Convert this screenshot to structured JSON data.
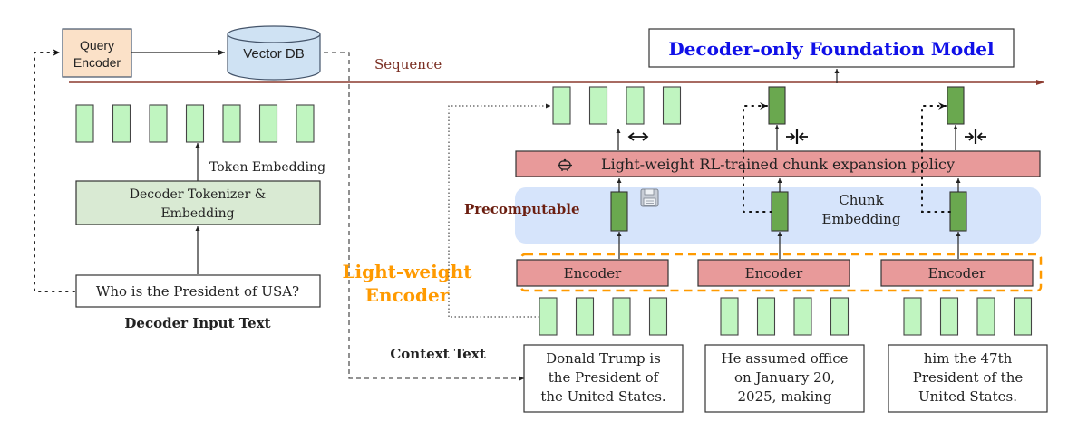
{
  "title": "Decoder-only Foundation Model",
  "colors": {
    "title_text": "#1010e8",
    "sequence_line": "#8b3a2e",
    "sequence_text": "#7a2e22",
    "token_fill": "#c0f5c0",
    "chunk_fill": "#6aa84f",
    "policy_fill": "#e89a9a",
    "encoder_fill": "#e89a9a",
    "tokenizer_fill": "#d9ead3",
    "query_fill": "#fbe1c8",
    "vector_db_fill": "#cfe2f3",
    "precompute_bg": "#d6e4fb",
    "light_encoder_accent": "#ff9a00",
    "precomputable_text": "#6b1e10"
  },
  "query_encoder": {
    "line1": "Query",
    "line2": "Encoder"
  },
  "vector_db": {
    "label": "Vector DB"
  },
  "sequence_label": "Sequence",
  "token_embedding_label": "Token Embedding",
  "tokenizer": {
    "line1": "Decoder Tokenizer &",
    "line2": "Embedding"
  },
  "decoder_input": {
    "text": "Who is the President of USA?",
    "caption": "Decoder Input Text"
  },
  "policy": {
    "label": "Light-weight RL-trained chunk expansion policy",
    "icon": "robot-icon"
  },
  "precomputable_label": "Precomputable",
  "chunk_embedding": {
    "line1": "Chunk",
    "line2": "Embedding"
  },
  "save_icon": "floppy-disk-icon",
  "light_encoder": {
    "line1": "Light-weight",
    "line2": "Encoder"
  },
  "encoder_label": "Encoder",
  "context_caption": "Context Text",
  "expand_symbol": "expand-arrows-icon",
  "compress_symbol": "compress-arrows-icon",
  "chunks": [
    {
      "lines": [
        "Donald Trump is",
        "the President of",
        "the United States."
      ],
      "expanded": true
    },
    {
      "lines": [
        "He assumed office",
        "on January 20,",
        "2025, making"
      ],
      "expanded": false
    },
    {
      "lines": [
        "him the 47th",
        "President of the",
        "United States."
      ],
      "expanded": false
    }
  ]
}
